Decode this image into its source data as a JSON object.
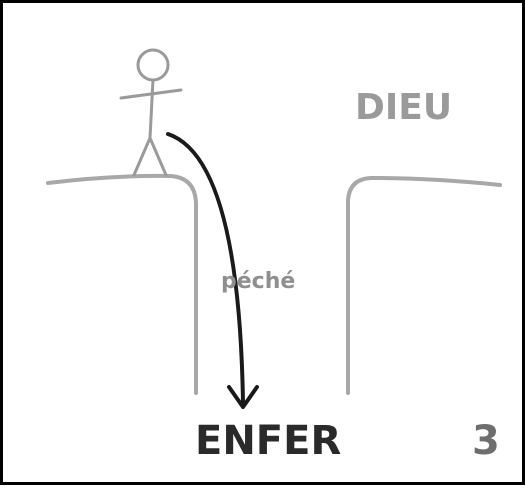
{
  "labels": {
    "god": "DIEU",
    "sin": "péché",
    "hell": "ENFER",
    "panel_number": "3"
  },
  "colors": {
    "frame": "#000000",
    "ground": "#a8a8a8",
    "figure": "#9a9a9a",
    "arrow": "#1a1a1a",
    "god_text": "#9a9a9a",
    "sin_text": "#8f8f8f",
    "hell_text": "#2a2a2a",
    "number_text": "#6e6e6e"
  },
  "icons": {
    "figure": "stick-figure-icon",
    "arrow": "curved-down-arrow-icon"
  }
}
